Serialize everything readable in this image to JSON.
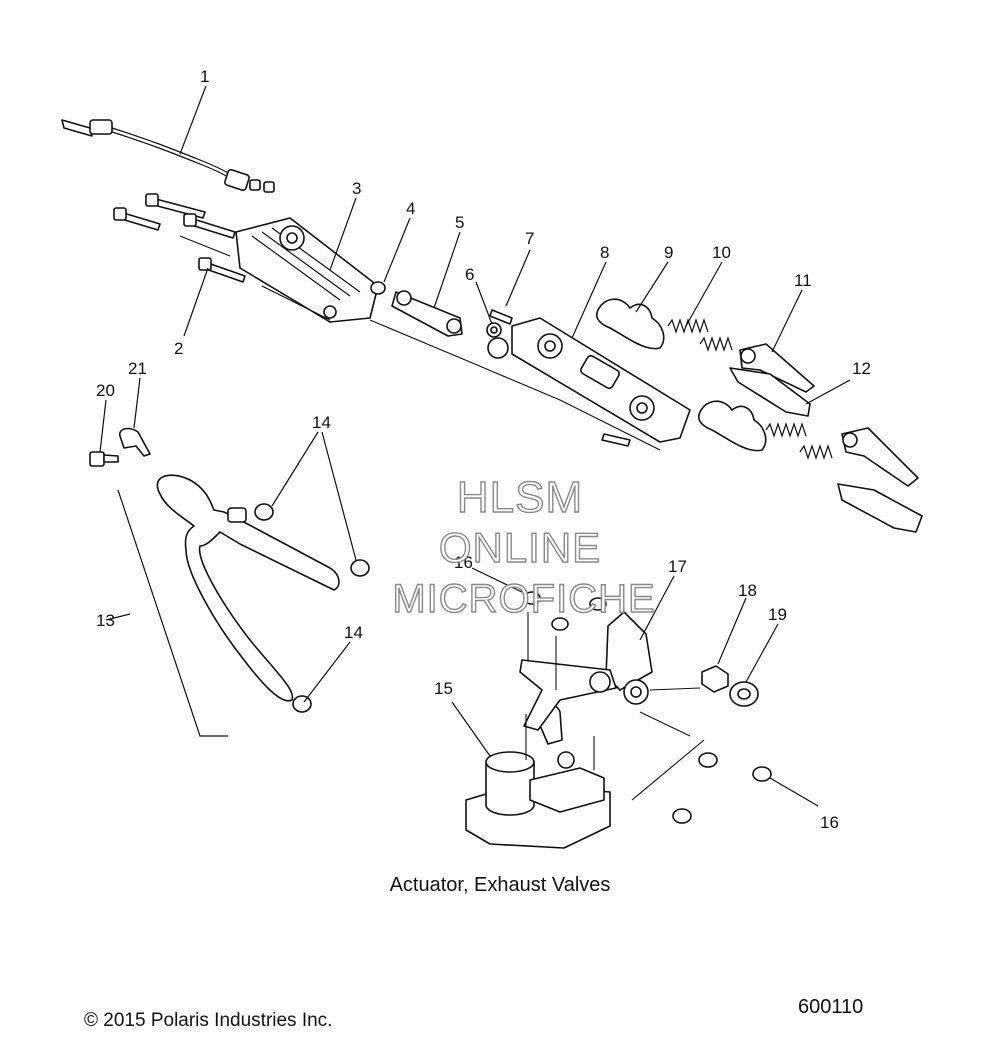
{
  "diagram": {
    "caption": "Actuator, Exhaust Valves",
    "copyright": "© 2015 Polaris Industries Inc.",
    "figure_number": "600110",
    "watermark": [
      "HLSM",
      "ONLINE",
      "MICROFICHE"
    ],
    "callouts": {
      "c1": "1",
      "c2": "2",
      "c3": "3",
      "c4": "4",
      "c5": "5",
      "c6": "6",
      "c7": "7",
      "c8": "8",
      "c9": "9",
      "c10": "10",
      "c11": "11",
      "c12": "12",
      "c13": "13",
      "c14a": "14",
      "c14b": "14",
      "c15": "15",
      "c16a": "16",
      "c16b": "16",
      "c17": "17",
      "c18": "18",
      "c19": "19",
      "c20": "20",
      "c21": "21"
    }
  }
}
